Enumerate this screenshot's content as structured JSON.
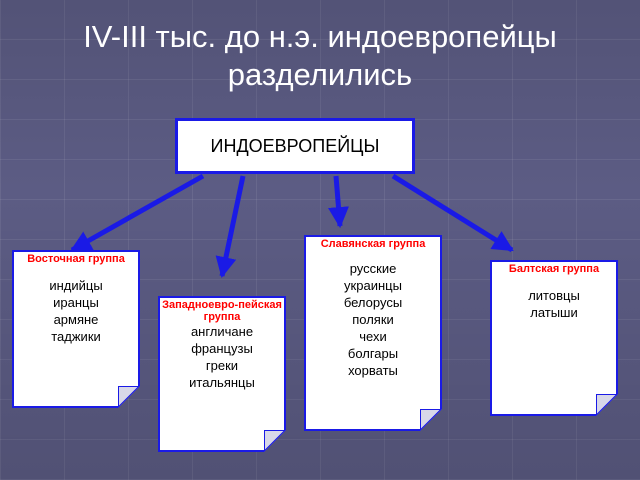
{
  "title": "IV-III тыс. до н.э. индоевропейцы разделились",
  "root": {
    "label": "ИНДОЕВРОПЕЙЦЫ"
  },
  "groups": [
    {
      "id": "east",
      "heading": "Восточная группа",
      "items": [
        "индийцы",
        "иранцы",
        "армяне",
        "таджики"
      ]
    },
    {
      "id": "west",
      "heading": "Западноевро-пейская группа",
      "items": [
        "англичане",
        "французы",
        "греки",
        "итальянцы"
      ]
    },
    {
      "id": "slav",
      "heading": "Славянская группа",
      "items": [
        "русские",
        "украинцы",
        "белорусы",
        "поляки",
        "чехи",
        "болгары",
        "хорваты"
      ]
    },
    {
      "id": "balt",
      "heading": "Балтская группа",
      "items": [
        "литовцы",
        "латыши"
      ]
    }
  ],
  "colors": {
    "background": "#5c5c84",
    "border": "#1a1ae6",
    "heading": "#ff0000",
    "title": "#ffffff"
  }
}
